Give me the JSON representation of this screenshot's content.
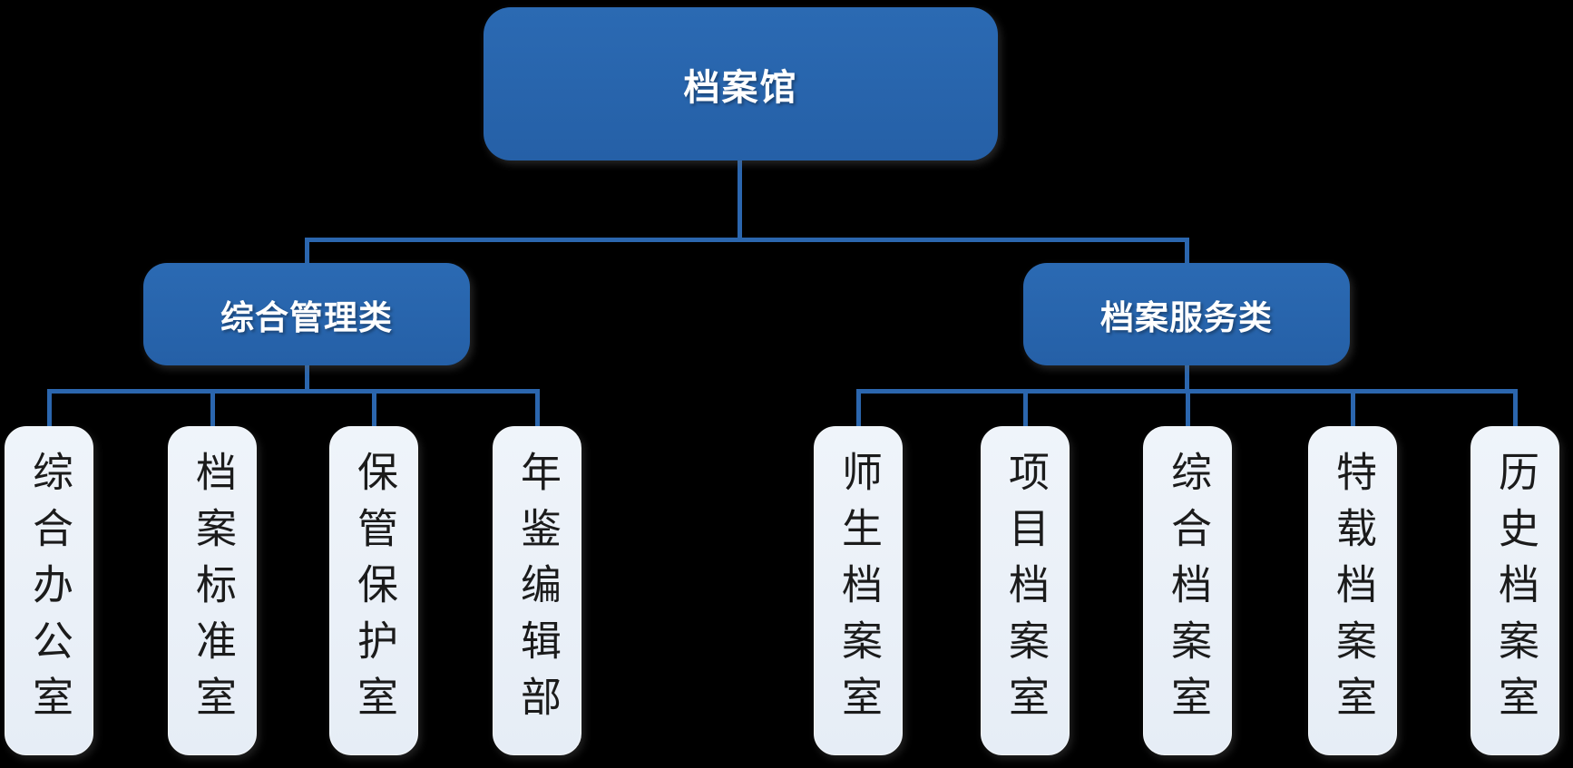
{
  "diagram": {
    "type": "org-chart",
    "root": {
      "label": "档案馆"
    },
    "branches": [
      {
        "label": "综合管理类",
        "children": [
          "综合办公室",
          "档案标准室",
          "保管保护室",
          "年鉴编辑部"
        ]
      },
      {
        "label": "档案服务类",
        "children": [
          "师生档案室",
          "项目档案室",
          "综合档案室",
          "特载档案室",
          "历史档案室"
        ]
      }
    ],
    "colors": {
      "node_fill": "#2763AB",
      "leaf_fill": "#EAF0F8",
      "connector": "#2B66AE",
      "node_text": "#FFFFFF",
      "leaf_text": "#1B1B1B",
      "background": "#000000"
    }
  }
}
